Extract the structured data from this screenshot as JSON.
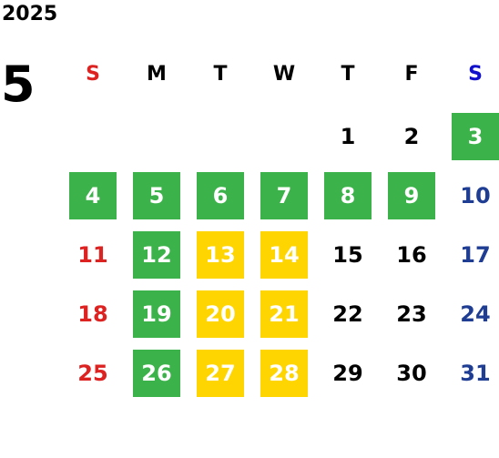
{
  "year": "2025",
  "month": "5",
  "colors": {
    "sunday": "#dd2222",
    "saturday": "#1f3e93",
    "saturday_header": "#1111cc",
    "weekday": "#000000",
    "green": "#3cb34a",
    "yellow": "#fed501",
    "highlight_text": "#ffffff"
  },
  "weekdays": [
    {
      "label": "S",
      "kind": "sunday"
    },
    {
      "label": "M",
      "kind": "weekday"
    },
    {
      "label": "T",
      "kind": "weekday"
    },
    {
      "label": "W",
      "kind": "weekday"
    },
    {
      "label": "T",
      "kind": "weekday"
    },
    {
      "label": "F",
      "kind": "weekday"
    },
    {
      "label": "S",
      "kind": "saturday_header"
    }
  ],
  "days": [
    {
      "day": "1",
      "col": 4,
      "row": 0,
      "highlight": "none"
    },
    {
      "day": "2",
      "col": 5,
      "row": 0,
      "highlight": "none"
    },
    {
      "day": "3",
      "col": 6,
      "row": 0,
      "highlight": "green"
    },
    {
      "day": "4",
      "col": 0,
      "row": 1,
      "highlight": "green"
    },
    {
      "day": "5",
      "col": 1,
      "row": 1,
      "highlight": "green"
    },
    {
      "day": "6",
      "col": 2,
      "row": 1,
      "highlight": "green"
    },
    {
      "day": "7",
      "col": 3,
      "row": 1,
      "highlight": "green"
    },
    {
      "day": "8",
      "col": 4,
      "row": 1,
      "highlight": "green"
    },
    {
      "day": "9",
      "col": 5,
      "row": 1,
      "highlight": "green"
    },
    {
      "day": "10",
      "col": 6,
      "row": 1,
      "highlight": "none"
    },
    {
      "day": "11",
      "col": 0,
      "row": 2,
      "highlight": "none"
    },
    {
      "day": "12",
      "col": 1,
      "row": 2,
      "highlight": "green"
    },
    {
      "day": "13",
      "col": 2,
      "row": 2,
      "highlight": "yellow"
    },
    {
      "day": "14",
      "col": 3,
      "row": 2,
      "highlight": "yellow"
    },
    {
      "day": "15",
      "col": 4,
      "row": 2,
      "highlight": "none"
    },
    {
      "day": "16",
      "col": 5,
      "row": 2,
      "highlight": "none"
    },
    {
      "day": "17",
      "col": 6,
      "row": 2,
      "highlight": "none"
    },
    {
      "day": "18",
      "col": 0,
      "row": 3,
      "highlight": "none"
    },
    {
      "day": "19",
      "col": 1,
      "row": 3,
      "highlight": "green"
    },
    {
      "day": "20",
      "col": 2,
      "row": 3,
      "highlight": "yellow"
    },
    {
      "day": "21",
      "col": 3,
      "row": 3,
      "highlight": "yellow"
    },
    {
      "day": "22",
      "col": 4,
      "row": 3,
      "highlight": "none"
    },
    {
      "day": "23",
      "col": 5,
      "row": 3,
      "highlight": "none"
    },
    {
      "day": "24",
      "col": 6,
      "row": 3,
      "highlight": "none"
    },
    {
      "day": "25",
      "col": 0,
      "row": 4,
      "highlight": "none"
    },
    {
      "day": "26",
      "col": 1,
      "row": 4,
      "highlight": "green"
    },
    {
      "day": "27",
      "col": 2,
      "row": 4,
      "highlight": "yellow"
    },
    {
      "day": "28",
      "col": 3,
      "row": 4,
      "highlight": "yellow"
    },
    {
      "day": "29",
      "col": 4,
      "row": 4,
      "highlight": "none"
    },
    {
      "day": "30",
      "col": 5,
      "row": 4,
      "highlight": "none"
    },
    {
      "day": "31",
      "col": 6,
      "row": 4,
      "highlight": "none"
    }
  ]
}
